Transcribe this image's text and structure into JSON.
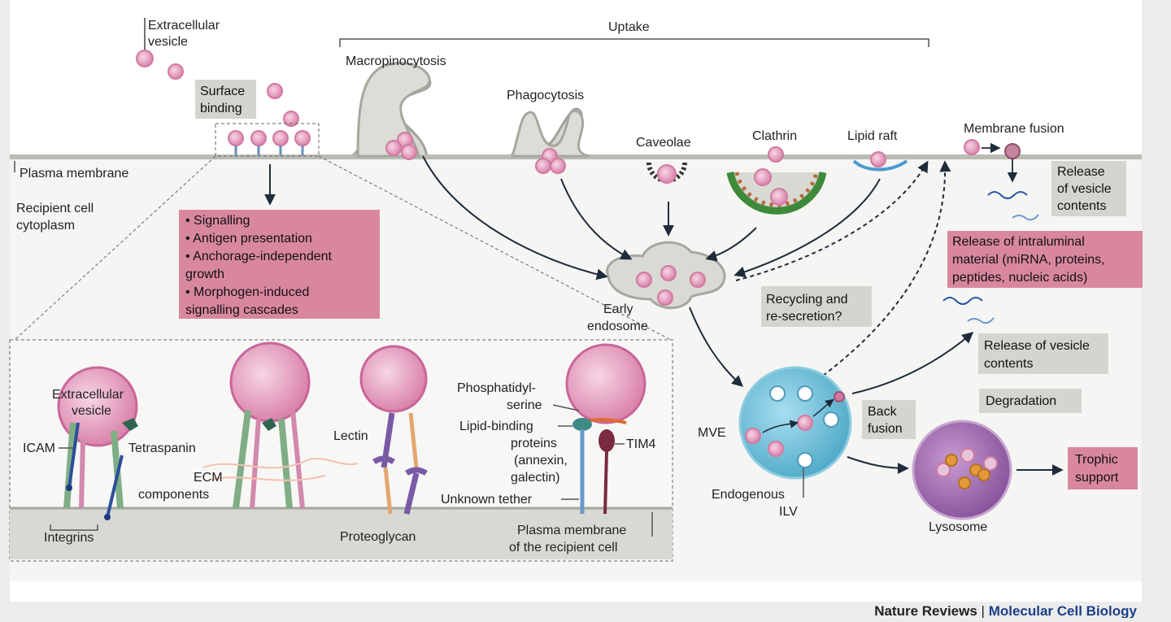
{
  "labels": {
    "extracellular_vesicle": [
      "Extracellular",
      "vesicle"
    ],
    "uptake": "Uptake",
    "macropinocytosis": "Macropinocytosis",
    "surface_binding": [
      "Surface",
      "binding"
    ],
    "phagocytosis": "Phagocytosis",
    "caveolae": "Caveolae",
    "clathrin": "Clathrin",
    "lipid_raft": "Lipid raft",
    "membrane_fusion": "Membrane fusion",
    "plasma_membrane": "Plasma membrane",
    "recipient_cytoplasm": [
      "Recipient cell",
      "cytoplasm"
    ],
    "early_endosome": [
      "Early",
      "endosome"
    ],
    "recycling": [
      "Recycling and",
      "re-secretion?"
    ],
    "release_vesicle_contents_top": [
      "Release",
      "of vesicle",
      "contents"
    ],
    "release_intraluminal": [
      "Release of intraluminal",
      "material (miRNA, proteins,",
      "peptides, nucleic acids)"
    ],
    "release_vesicle_contents_mid": [
      "Release of vesicle",
      "contents"
    ],
    "degradation": "Degradation",
    "back_fusion": [
      "Back",
      "fusion"
    ],
    "mve": "MVE",
    "endogenous_ilv": [
      "Endogenous",
      "ILV"
    ],
    "lysosome": "Lysosome",
    "trophic_support": [
      "Trophic",
      "support"
    ],
    "signalling_list": [
      "• Signalling",
      "• Antigen presentation",
      "• Anchorage-independent",
      "  growth",
      "• Morphogen-induced",
      "  signalling cascades"
    ]
  },
  "inset": {
    "extracellular_vesicle": [
      "Extracellular",
      "vesicle"
    ],
    "icam": "ICAM",
    "tetraspanin": "Tetraspanin",
    "integrins": "Integrins",
    "ecm": [
      "ECM",
      "components"
    ],
    "lectin": "Lectin",
    "proteoglycan": "Proteoglycan",
    "phosphatidylserine": [
      "Phosphatidyl-",
      "serine"
    ],
    "lipid_binding": [
      "Lipid-binding",
      "proteins",
      "(annexin,",
      "galectin)"
    ],
    "tim4": "TIM4",
    "unknown_tether": "Unknown tether",
    "plasma_membrane_recipient": [
      "Plasma membrane",
      "of the recipient cell"
    ]
  },
  "footer": {
    "journal": "Nature Reviews",
    "separator": " | ",
    "section": "Molecular Cell Biology"
  },
  "colors": {
    "pink_box": "#d9879f",
    "gray_box": "#d3d6cf",
    "vesicle": "#d77aa3",
    "mve": "#6fbcd4",
    "lysosome": "#9b6aa8",
    "footer_blue": "#1b3f86"
  }
}
